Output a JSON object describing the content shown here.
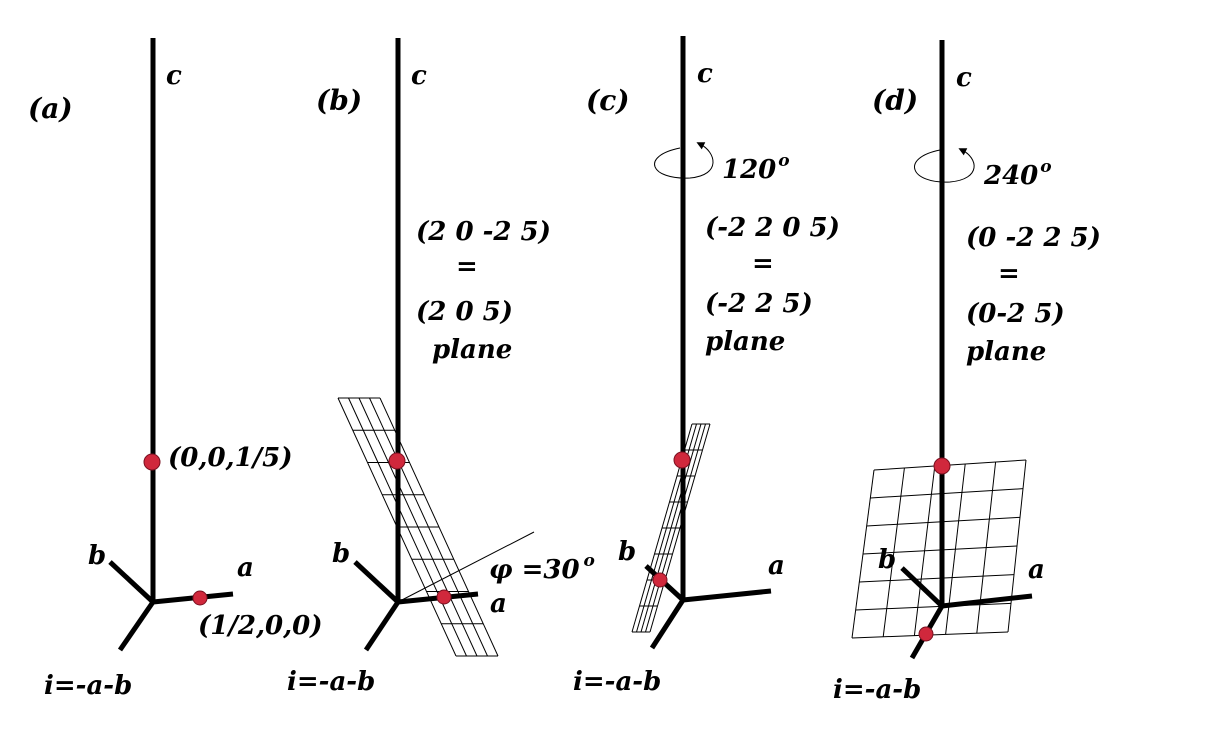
{
  "panels": [
    {
      "id": "a",
      "label": "(a)",
      "c_label": "c",
      "a_label": "a",
      "b_label": "b",
      "i_label": "i=-a-b",
      "point_c_label": "(0,0,1/5)",
      "point_a_label": "(1/2,0,0)"
    },
    {
      "id": "b",
      "label": "(b)",
      "c_label": "c",
      "a_label": "a",
      "b_label": "b",
      "i_label": "i=-a-b",
      "plane_line1": "(2 0 -2 5)",
      "plane_line2": "=",
      "plane_line3": "(2 0 5)",
      "plane_line4": "plane",
      "angle_label": "φ =30",
      "angle_sup": "o"
    },
    {
      "id": "c",
      "label": "(c)",
      "c_label": "c",
      "a_label": "a",
      "b_label": "b",
      "i_label": "i=-a-b",
      "rotation_label": "120",
      "rotation_sup": "o",
      "plane_line1": "(-2 2 0 5)",
      "plane_line2": "=",
      "plane_line3": "(-2 2 5)",
      "plane_line4": "plane"
    },
    {
      "id": "d",
      "label": "(d)",
      "c_label": "c",
      "a_label": "a",
      "b_label": "b",
      "i_label": "i=-a-b",
      "rotation_label": "240",
      "rotation_sup": "o",
      "plane_line1": "(0 -2 2 5)",
      "plane_line2": "=",
      "plane_line3": "(0-2 5)",
      "plane_line4": "plane"
    }
  ],
  "colors": {
    "axis": "#000000",
    "point": "#d0283c",
    "background": "#ffffff"
  }
}
